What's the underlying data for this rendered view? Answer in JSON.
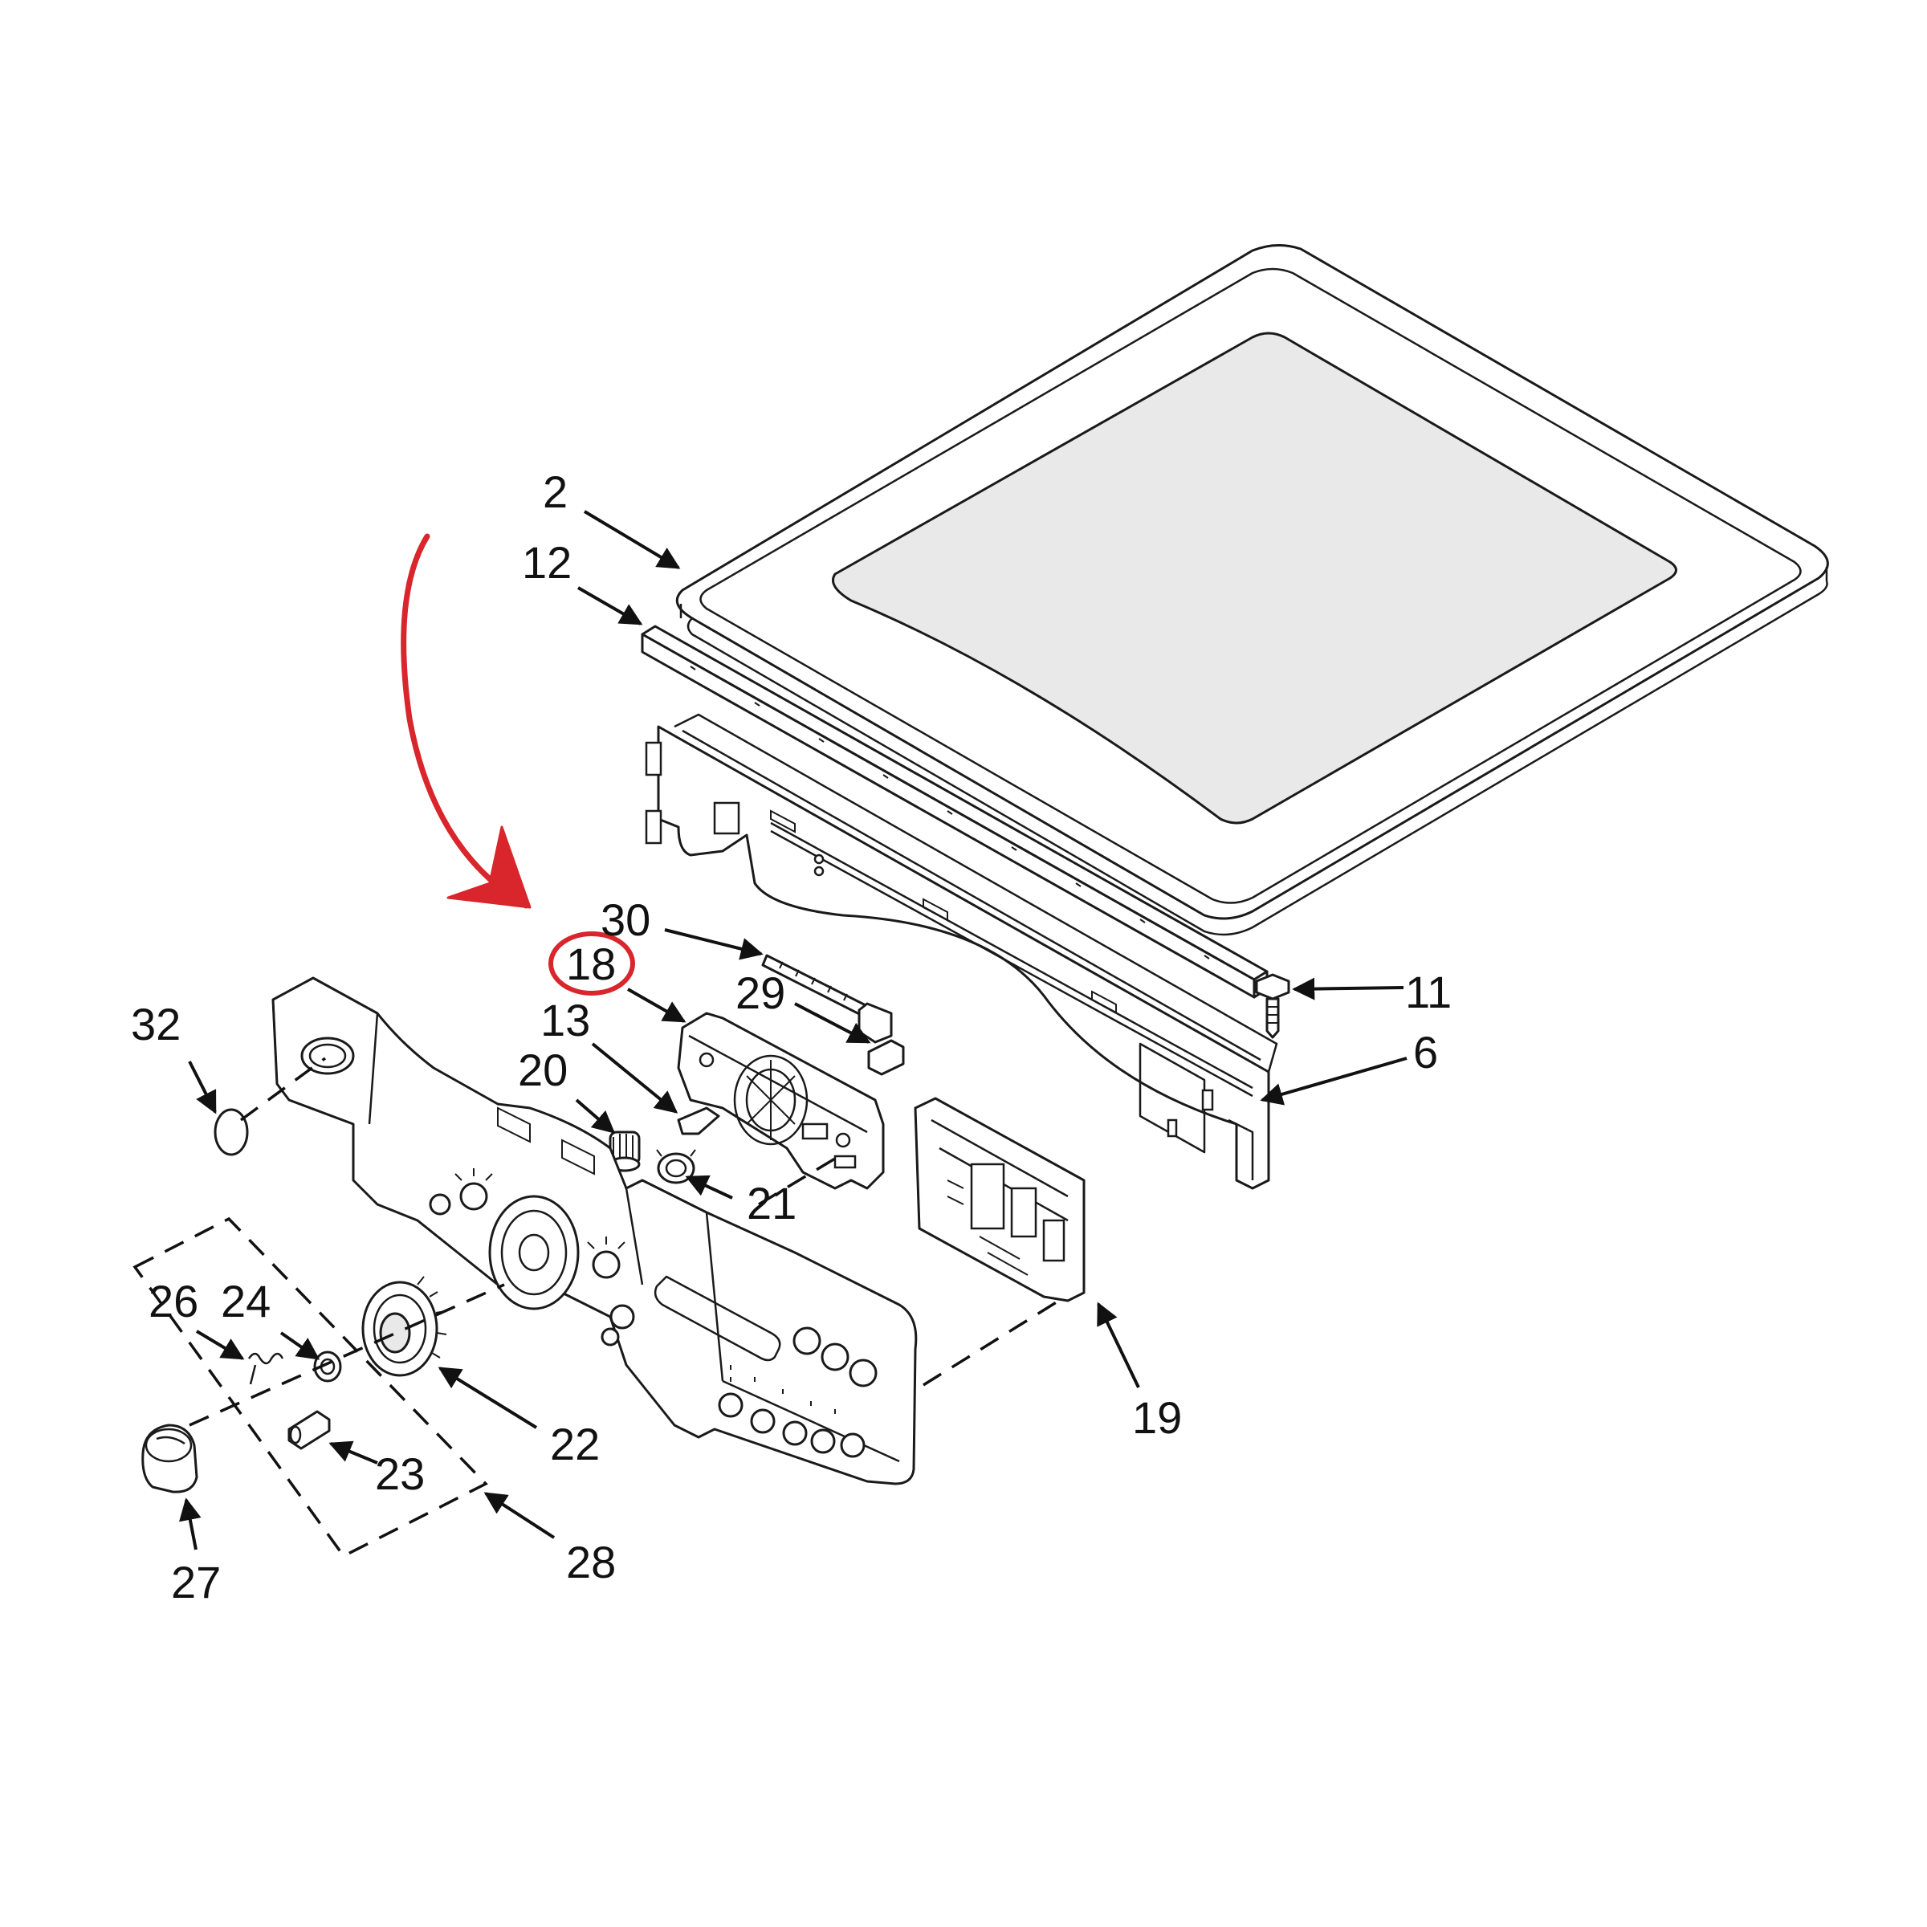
{
  "callouts": {
    "c2": "2",
    "c12": "12",
    "c30": "30",
    "c18": "18",
    "c13": "13",
    "c29": "29",
    "c11": "11",
    "c6": "6",
    "c32": "32",
    "c20": "20",
    "c21": "21",
    "c26": "26",
    "c24": "24",
    "c22": "22",
    "c23": "23",
    "c19": "19",
    "c27": "27",
    "c28": "28"
  },
  "highlight": {
    "target": "18",
    "marker_color": "#d9262c",
    "arrow_color": "#d9262c"
  },
  "icons": {
    "highlight_arrow": "curved-arrow-icon",
    "highlight_circle": "circle-marker-icon"
  }
}
